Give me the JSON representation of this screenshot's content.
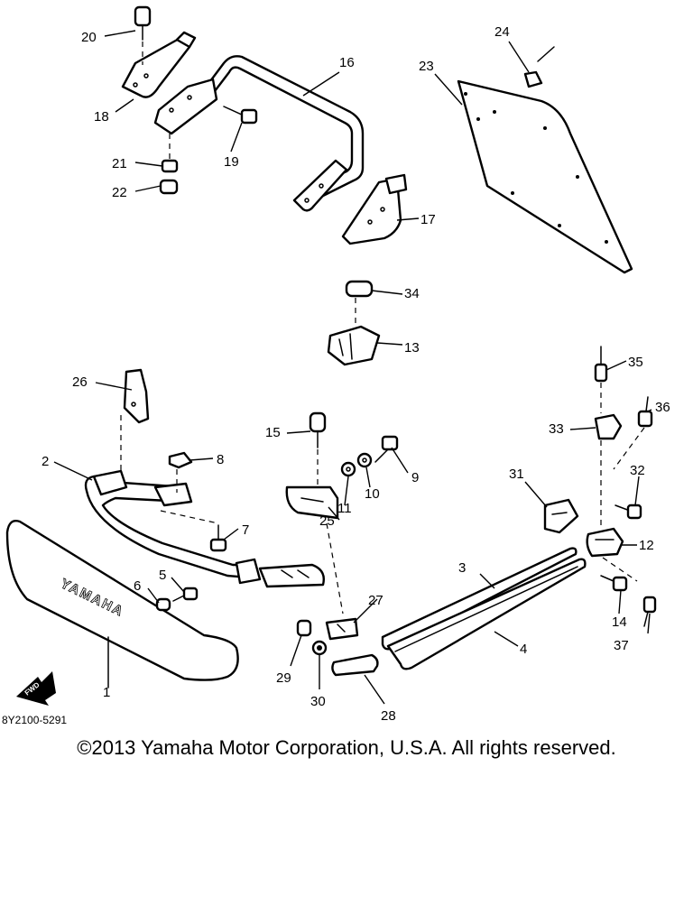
{
  "diagram": {
    "drawing_code": "8Y2100-5291",
    "copyright": "©2013 Yamaha Motor Corporation, U.S.A. All rights reserved.",
    "bumper_lettering": "YAMAHA",
    "fwd_marker": "FWD",
    "callouts": [
      "1",
      "2",
      "3",
      "4",
      "5",
      "6",
      "7",
      "8",
      "9",
      "10",
      "11",
      "12",
      "13",
      "14",
      "15",
      "16",
      "17",
      "18",
      "19",
      "20",
      "21",
      "22",
      "23",
      "24",
      "25",
      "26",
      "27",
      "28",
      "29",
      "30",
      "31",
      "32",
      "33",
      "34",
      "35",
      "36",
      "37"
    ]
  }
}
